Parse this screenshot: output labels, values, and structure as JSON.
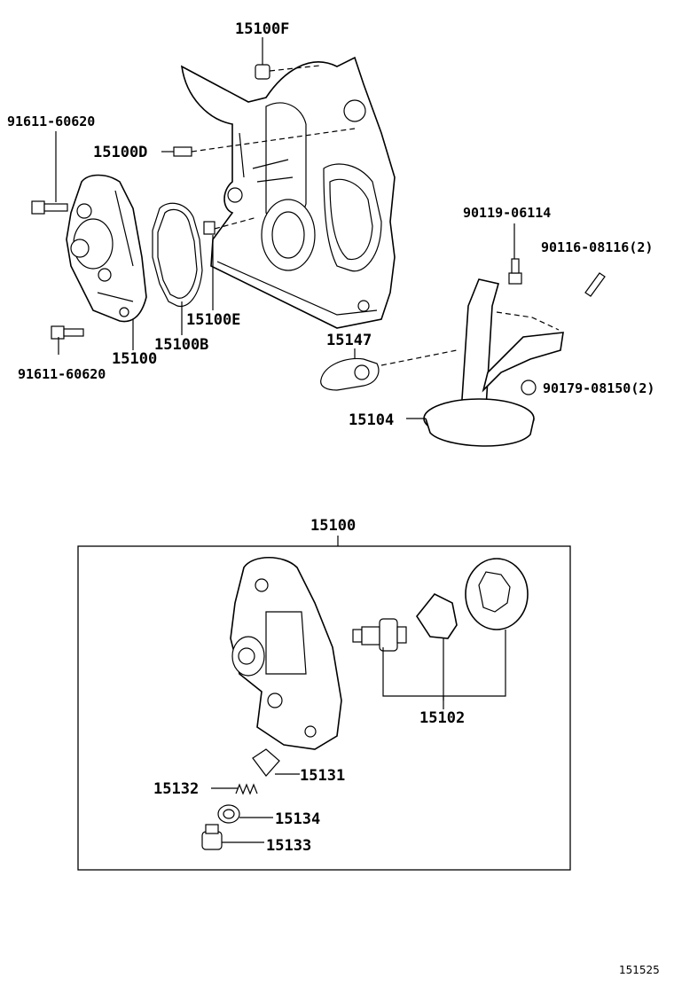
{
  "figure_number": "151525",
  "upper_labels": {
    "p15100F": "15100F",
    "p91611_top": "91611-60620",
    "p15100D": "15100D",
    "p90119": "90119-06114",
    "p90116": "90116-08116(2)",
    "p15100E": "15100E",
    "p15100B": "15100B",
    "p15100": "15100",
    "p91611_bottom": "91611-60620",
    "p15147": "15147",
    "p90179": "90179-08150(2)",
    "p15104": "15104"
  },
  "detail_box": {
    "title": "15100",
    "labels": {
      "p15102": "15102",
      "p15132": "15132",
      "p15131": "15131",
      "p15134": "15134",
      "p15133": "15133"
    }
  }
}
